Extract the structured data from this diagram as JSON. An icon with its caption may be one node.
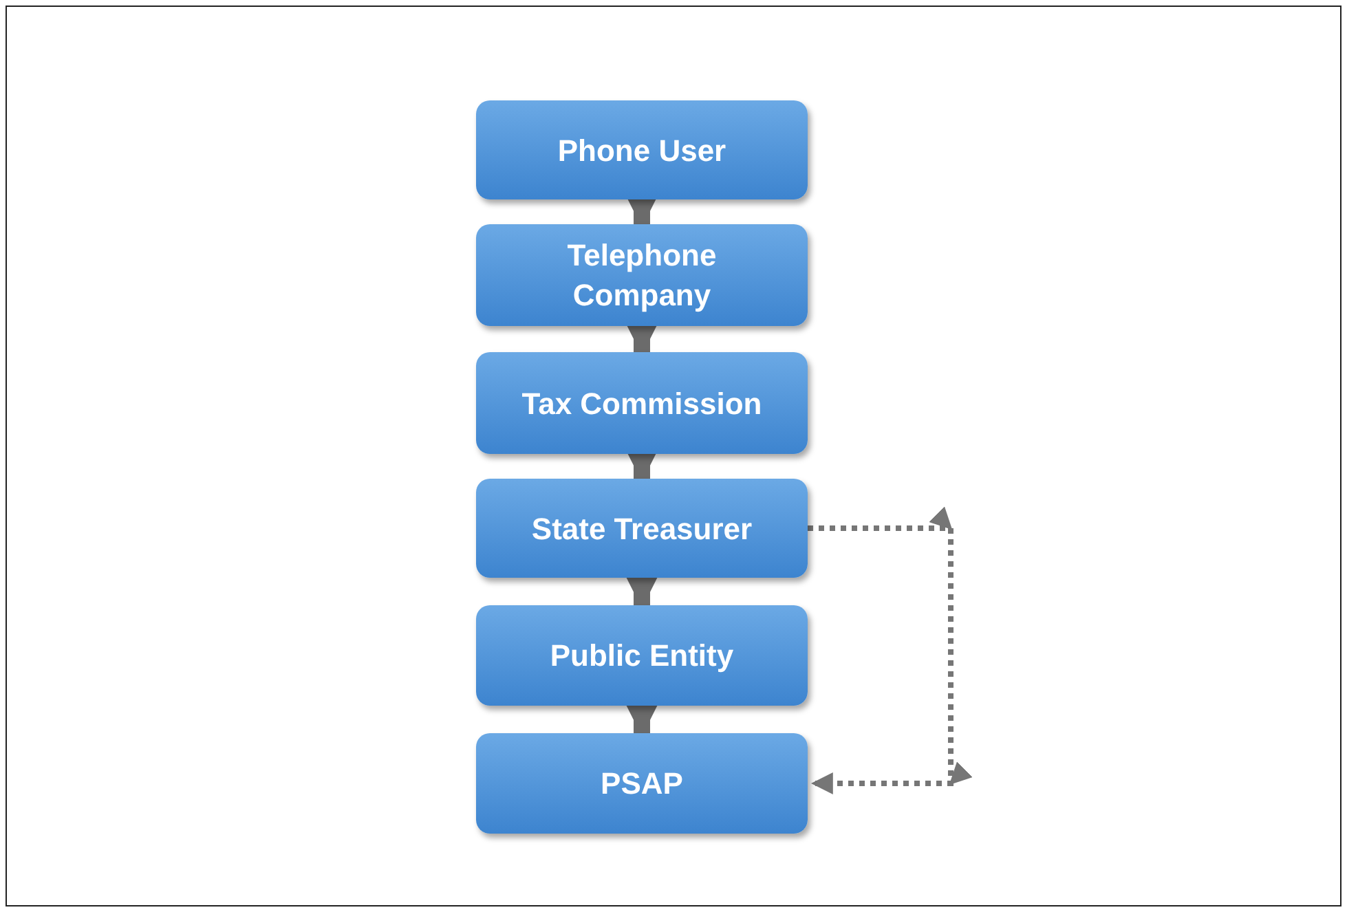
{
  "diagram": {
    "nodes": [
      {
        "text": [
          "Phone User"
        ]
      },
      {
        "text": [
          "Telephone Company"
        ]
      },
      {
        "text": [
          "Tax Commission"
        ]
      },
      {
        "text": [
          "State Treasurer"
        ]
      },
      {
        "text": [
          "Public Entity"
        ]
      },
      {
        "text": [
          "PSAP"
        ]
      }
    ],
    "edges": [
      {
        "from": 0,
        "to": 1,
        "arrow": "to"
      },
      {
        "from": 1,
        "to": 2,
        "arrow": "to"
      },
      {
        "from": 2,
        "to": 3,
        "arrow": "to"
      },
      {
        "from": 3,
        "to": 4,
        "arrow": "to"
      },
      {
        "from": 4,
        "to": 5,
        "arrow": "to"
      },
      {
        "from": 3,
        "to": 5,
        "arrow": "to",
        "style": "dashed"
      }
    ]
  }
}
